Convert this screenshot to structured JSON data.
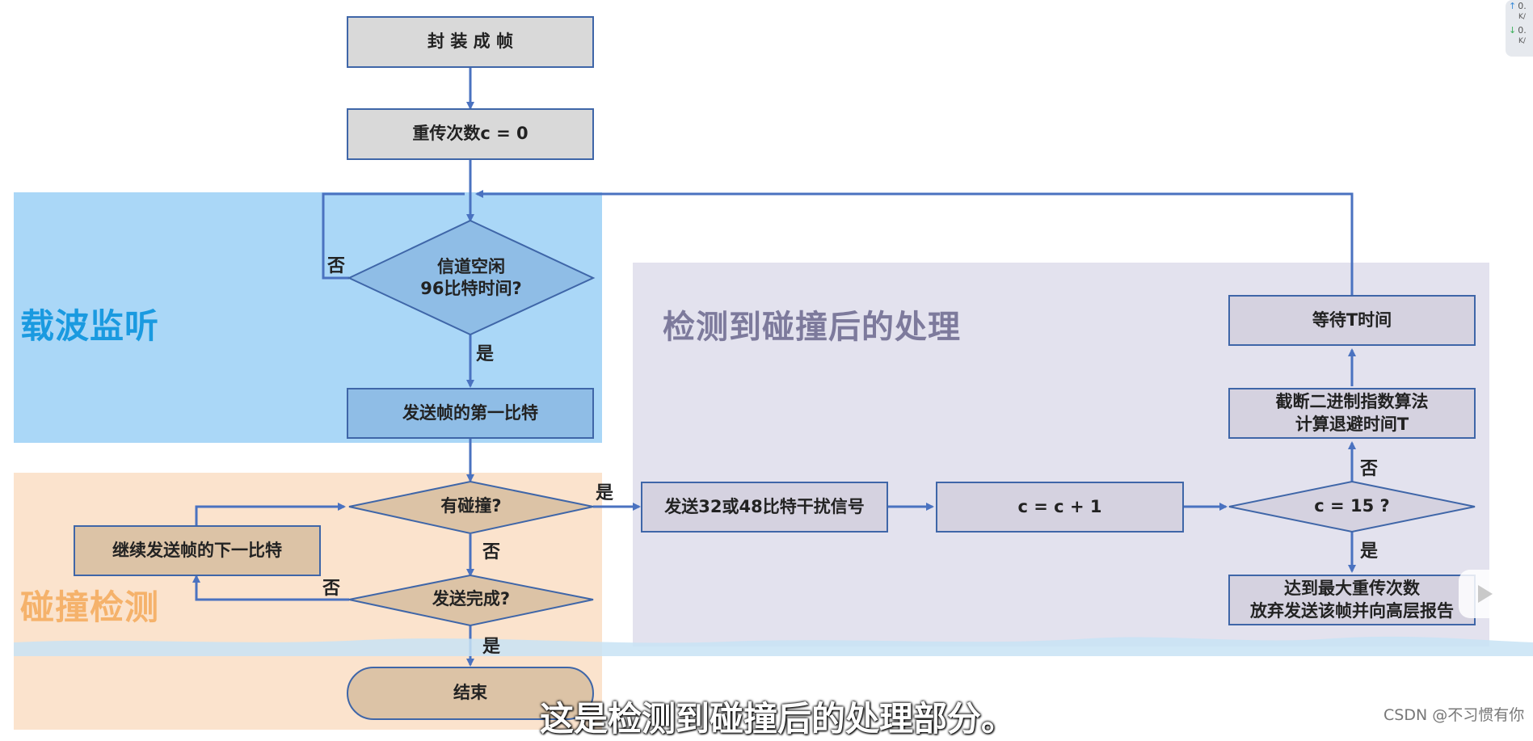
{
  "regions": {
    "carrier_sense": "载波监听",
    "collision_detect": "碰撞检测",
    "after_collision": "检测到碰撞后的处理"
  },
  "nodes": {
    "encapsulate": "封 装 成 帧",
    "retry_zero": "重传次数c = 0",
    "channel_idle": "信道空闲\n96比特时间?",
    "send_first_bit": "发送帧的第一比特",
    "has_collision": "有碰撞?",
    "send_next_bit": "继续发送帧的下一比特",
    "send_done": "发送完成?",
    "end": "结束",
    "jam_signal": "发送32或48比特干扰信号",
    "increment": "c = c + 1",
    "check_15": "c = 15 ?",
    "backoff": "截断二进制指数算法\n计算退避时间T",
    "wait_t": "等待T时间",
    "max_retries": "达到最大重传次数\n放弃发送该帧并向高层报告"
  },
  "edge_labels": {
    "idle_no": "否",
    "idle_yes": "是",
    "collision_yes": "是",
    "collision_no": "否",
    "done_no": "否",
    "done_yes": "是",
    "check_no": "否",
    "check_yes": "是"
  },
  "overlay": {
    "subtitle": "这是检测到碰撞后的处理部分。",
    "watermark": "CSDN @不习惯有你",
    "speed_up": "0.",
    "speed_up_unit": "K/",
    "speed_down": "0.",
    "speed_down_unit": "K/"
  },
  "colors": {
    "carrier_bg": "#aad7f7",
    "carrier_text": "#1a9ae0",
    "collision_bg": "#fbe3cd",
    "collision_text": "#f5b26b",
    "after_bg": "#e3e2ee",
    "after_text": "#7d7a9c",
    "line": "#4a72c0",
    "diamond_tan": "#dcc3a6"
  }
}
